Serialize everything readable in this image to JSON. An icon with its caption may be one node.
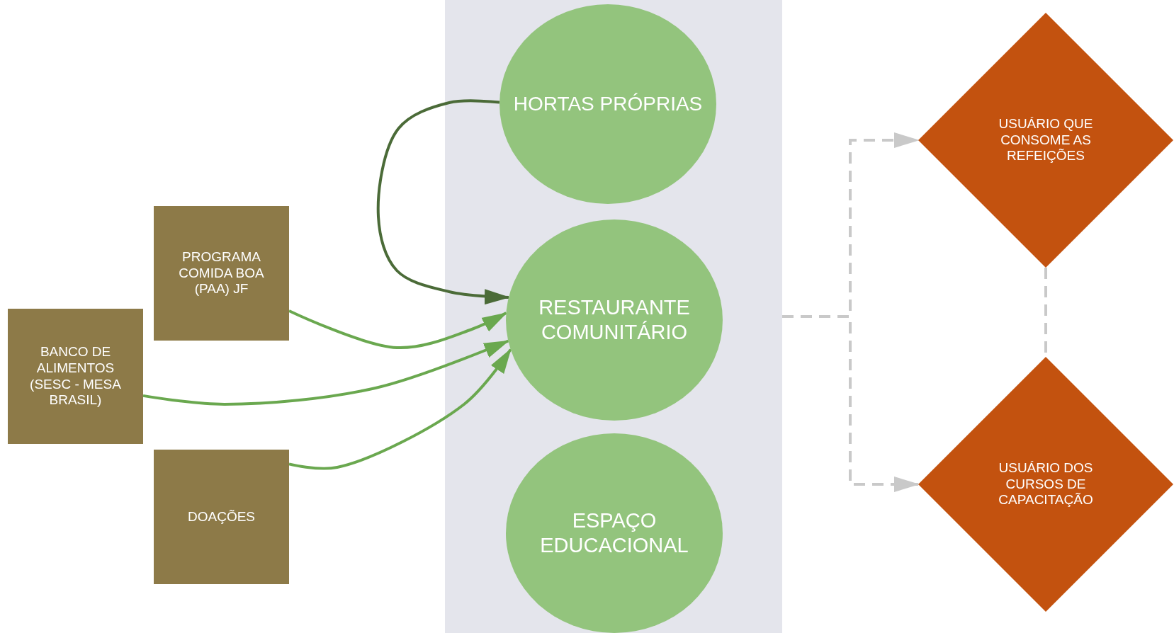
{
  "diagram": {
    "nodes": [
      {
        "text": [],
        "shape": "band"
      },
      {
        "text": [
          "HORTAS PRÓPRIAS"
        ],
        "in": 0
      },
      {
        "text": [
          "RESTAURANTE COMUNITÁRIO"
        ],
        "in": 0
      },
      {
        "text": [
          "ESPAÇO EDUCACIONAL"
        ],
        "in": 0
      },
      {
        "text": [
          "PROGRAMA COMIDA BOA (PAA) JF"
        ]
      },
      {
        "text": [
          "BANCO DE ALIMENTOS (SESC - MESA BRASIL)"
        ]
      },
      {
        "text": [
          "DOAÇÕES"
        ]
      },
      {
        "text": [
          "USUÁRIO QUE CONSOME AS REFEIÇÕES"
        ]
      },
      {
        "text": [
          "USUÁRIO DOS CURSOS DE CAPACITAÇÃO"
        ]
      }
    ],
    "edges": [
      {
        "from": 1,
        "to": 2,
        "arrow": "to",
        "color": "#4b6b38"
      },
      {
        "from": 4,
        "to": 2,
        "arrow": "to"
      },
      {
        "from": 5,
        "to": 2,
        "arrow": "to"
      },
      {
        "from": 6,
        "to": 2,
        "arrow": "to"
      },
      {
        "from": 0,
        "to": 7,
        "arrow": "to",
        "style": "dashed",
        "color": "#c9c9c9"
      },
      {
        "from": 0,
        "to": 8,
        "arrow": "to",
        "style": "dashed",
        "color": "#c9c9c9"
      },
      {
        "from": 7,
        "to": 8,
        "arrow": "none",
        "style": "dashed",
        "color": "#c9c9c9"
      }
    ]
  }
}
